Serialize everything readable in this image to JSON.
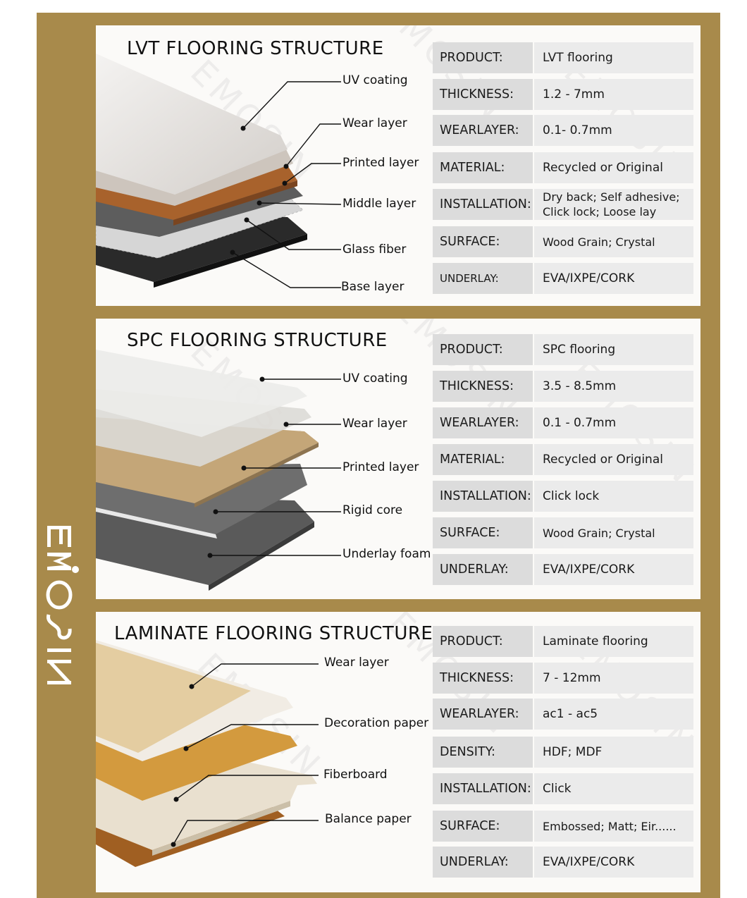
{
  "brand": {
    "logo_text": "EMOSIN",
    "watermark": "EMOSIN",
    "frame_color": "#a88a4b"
  },
  "panels": [
    {
      "title": "LVT FLOORING STRUCTURE",
      "layers": [
        "UV coating",
        "Wear layer",
        "Printed layer",
        "Middle layer",
        "Glass fiber",
        "Base layer"
      ],
      "specs": [
        {
          "key": "PRODUCT:",
          "value": "LVT flooring"
        },
        {
          "key": "THICKNESS:",
          "value": "1.2 - 7mm"
        },
        {
          "key": "WEARLAYER:",
          "value": "0.1- 0.7mm"
        },
        {
          "key": "MATERIAL:",
          "value": "Recycled or Original"
        },
        {
          "key": "INSTALLATION:",
          "value": "Dry back; Self adhesive;\nClick lock; Loose lay"
        },
        {
          "key": "SURFACE:",
          "value": "Wood Grain; Crystal"
        },
        {
          "key": "UNDERLAY:",
          "value": "EVA/IXPE/CORK"
        }
      ]
    },
    {
      "title": "SPC FLOORING STRUCTURE",
      "layers": [
        "UV coating",
        "Wear layer",
        "Printed layer",
        "Rigid core",
        "Underlay foam"
      ],
      "specs": [
        {
          "key": "PRODUCT:",
          "value": "SPC flooring"
        },
        {
          "key": "THICKNESS:",
          "value": "3.5 - 8.5mm"
        },
        {
          "key": "WEARLAYER:",
          "value": "0.1 - 0.7mm"
        },
        {
          "key": "MATERIAL:",
          "value": "Recycled or Original"
        },
        {
          "key": "INSTALLATION:",
          "value": "Click lock"
        },
        {
          "key": "SURFACE:",
          "value": "Wood Grain; Crystal"
        },
        {
          "key": "UNDERLAY:",
          "value": "EVA/IXPE/CORK"
        }
      ]
    },
    {
      "title": "LAMINATE FLOORING STRUCTURE",
      "layers": [
        "Wear layer",
        "Decoration paper",
        "Fiberboard",
        "Balance paper"
      ],
      "specs": [
        {
          "key": "PRODUCT:",
          "value": "Laminate flooring"
        },
        {
          "key": "THICKNESS:",
          "value": "7 - 12mm"
        },
        {
          "key": "WEARLAYER:",
          "value": "ac1 - ac5"
        },
        {
          "key": "DENSITY:",
          "value": "HDF; MDF"
        },
        {
          "key": "INSTALLATION:",
          "value": "Click"
        },
        {
          "key": "SURFACE:",
          "value": "Embossed; Matt; Eir......"
        },
        {
          "key": "UNDERLAY:",
          "value": "EVA/IXPE/CORK"
        }
      ]
    }
  ]
}
